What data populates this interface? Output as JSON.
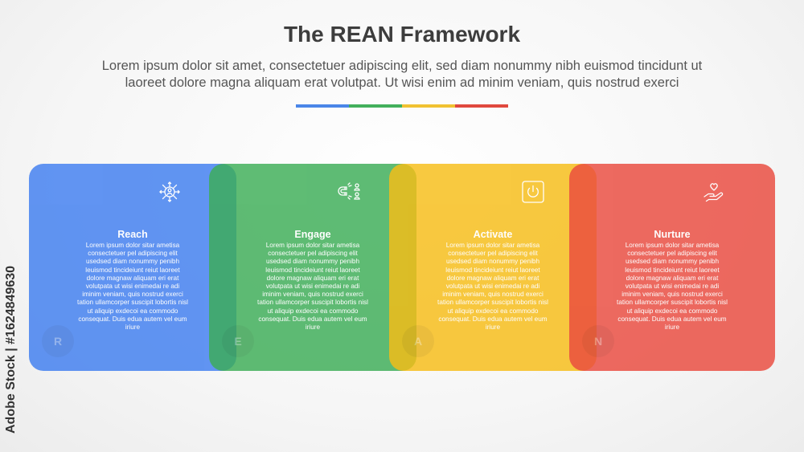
{
  "header": {
    "title": "The REAN Framework",
    "subtitle_line1": "Lorem ipsum dolor sit amet, consectetuer adipiscing elit, sed diam nonummy nibh euismod tincidunt ut",
    "subtitle_line2": "laoreet dolore magna aliquam erat volutpat. Ut wisi enim ad minim veniam, quis nostrud exerci"
  },
  "divider_colors": [
    "#4a86e8",
    "#43b05c",
    "#f1c232",
    "#e0483e"
  ],
  "cards": [
    {
      "title": "Reach",
      "letter": "R",
      "color": "#3f7ef0",
      "icon": "network-user-icon",
      "body": "Lorem ipsum dolor sitar ametisa consectetuer pel adipiscing elit usedsed diam nonummy penibh leuismod tincideiunt reiut laoreet dolore magnaw aliquam eri erat volutpata ut wisi enimedai re adi iminim veniam, quis nostrud exerci tation ullamcorper suscipit lobortis nisl ut aliquip exdecoi ea commodo consequat. Duis edua autem vel eum iriure"
    },
    {
      "title": "Engage",
      "letter": "E",
      "color": "#3cad56",
      "icon": "magnet-users-icon",
      "body": "Lorem ipsum dolor sitar ametisa consectetuer pel adipiscing elit usedsed diam nonummy penibh leuismod tincideiunt reiut laoreet dolore magnaw aliquam eri erat volutpata ut wisi enimedai re adi iminim veniam, quis nostrud exerci tation ullamcorper suscipit lobortis nisl ut aliquip exdecoi ea commodo consequat. Duis edua autem vel eum iriure"
    },
    {
      "title": "Activate",
      "letter": "A",
      "color": "#f7bd16",
      "icon": "power-button-icon",
      "body": "Lorem ipsum dolor sitar ametisa consectetuer pel adipiscing elit usedsed diam nonummy penibh leuismod tincideiunt reiut laoreet dolore magnaw aliquam eri erat volutpata ut wisi enimedai re adi iminim veniam, quis nostrud exerci tation ullamcorper suscipit lobortis nisl ut aliquip exdecoi ea commodo consequat. Duis edua autem vel eum iriure"
    },
    {
      "title": "Nurture",
      "letter": "N",
      "color": "#ea4a3e",
      "icon": "hand-heart-icon",
      "body": "Lorem ipsum dolor sitar ametisa consectetuer pel adipiscing elit usedsed diam nonummy penibh leuismod tincideiunt reiut laoreet dolore magnaw aliquam eri erat volutpata ut wisi enimedai re adi iminim veniam, quis nostrud exerci tation ullamcorper suscipit lobortis nisl ut aliquip exdecoi ea commodo consequat. Duis edua autem vel eum iriure"
    }
  ],
  "watermark_side": "Adobe Stock | #1624849630"
}
